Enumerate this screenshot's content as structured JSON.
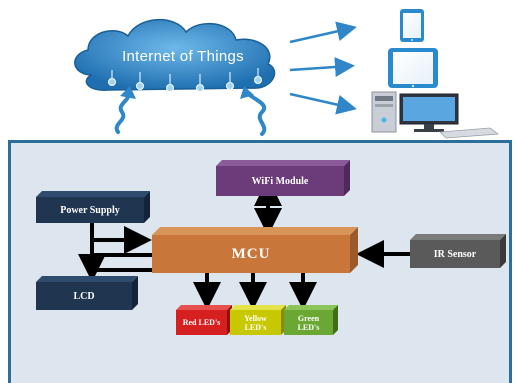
{
  "cloud": {
    "label": "Internet of Things"
  },
  "devices": [
    "tablet-small",
    "tablet-large",
    "desktop-computer"
  ],
  "blocks": {
    "power_supply": "Power Supply",
    "wifi_module": "WiFi Module",
    "mcu": "MCU",
    "ir_sensor": "IR Sensor",
    "lcd": "LCD",
    "red_leds": "Red LED's",
    "yellow_leds": "Yellow LED's",
    "green_leds": "Green LED's"
  },
  "colors": {
    "panel_bg": "#dde6ef",
    "panel_border": "#2e6f9a",
    "navy": "#1f3550",
    "purple": "#6b3b7a",
    "mcu": "#c8763a",
    "ir_gray": "#5a5a5a",
    "red": "#d62020",
    "yellow": "#c8c800",
    "green": "#6aa833",
    "arrow_blue": "#2f86c8",
    "cloud_blue": "#2f7fc0"
  }
}
